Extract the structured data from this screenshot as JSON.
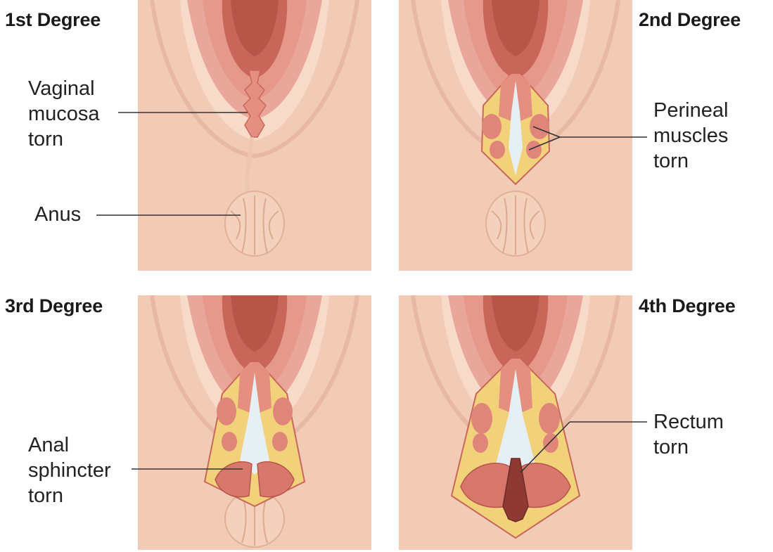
{
  "panels": [
    {
      "title": "1st Degree",
      "labels": [
        {
          "lines": [
            "Vaginal",
            "mucosa",
            "torn"
          ]
        },
        {
          "lines": [
            "Anus"
          ]
        }
      ]
    },
    {
      "title": "2nd Degree",
      "labels": [
        {
          "lines": [
            "Perineal",
            "muscles",
            "torn"
          ]
        }
      ]
    },
    {
      "title": "3rd Degree",
      "labels": [
        {
          "lines": [
            "Anal",
            "sphincter",
            "torn"
          ]
        }
      ]
    },
    {
      "title": "4th Degree",
      "labels": [
        {
          "lines": [
            "Rectum",
            "torn"
          ]
        }
      ]
    }
  ],
  "colors": {
    "skin_bg": "#f8dac8",
    "skin_fold": "#eec2ab",
    "mucosa": "#e58f80",
    "mucosa_dark": "#c9665a",
    "fat": "#f1d27a",
    "muscle": "#e0857a",
    "tear_inner": "#e6eff4",
    "anus": "#f3d1bd"
  }
}
